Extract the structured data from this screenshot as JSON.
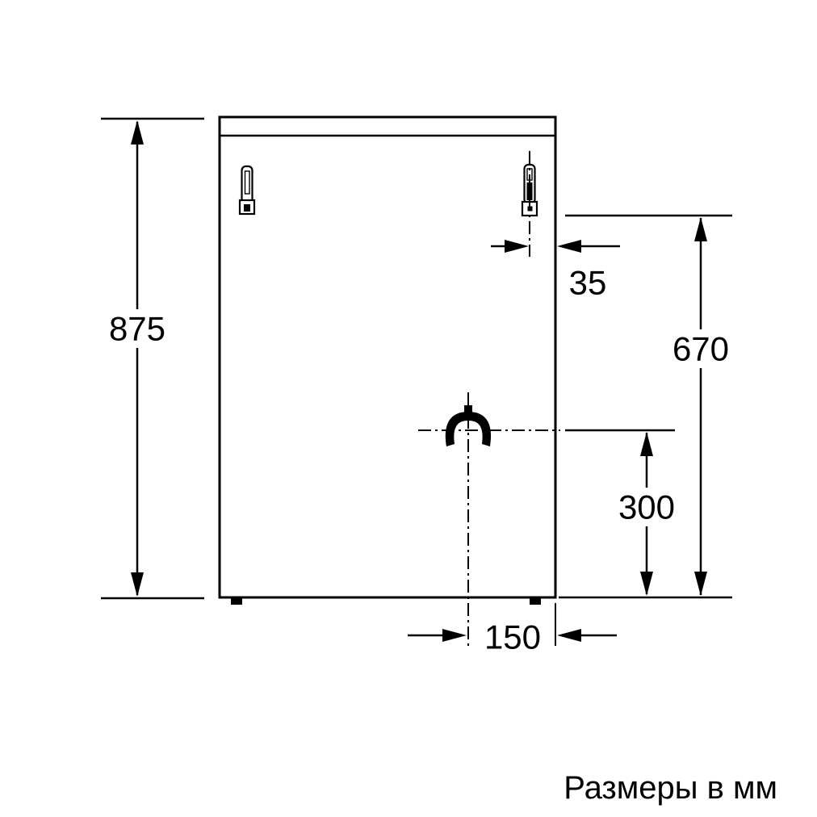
{
  "page": {
    "background": "#ffffff"
  },
  "diagram": {
    "caption": "Размеры в мм",
    "colors": {
      "line": "#000000",
      "text": "#000000"
    },
    "dims": {
      "overall_height": "875",
      "connector_side_offset": "35",
      "inlet_height": "670",
      "connector_height": "300",
      "connector_bottom_offset": "150"
    }
  }
}
